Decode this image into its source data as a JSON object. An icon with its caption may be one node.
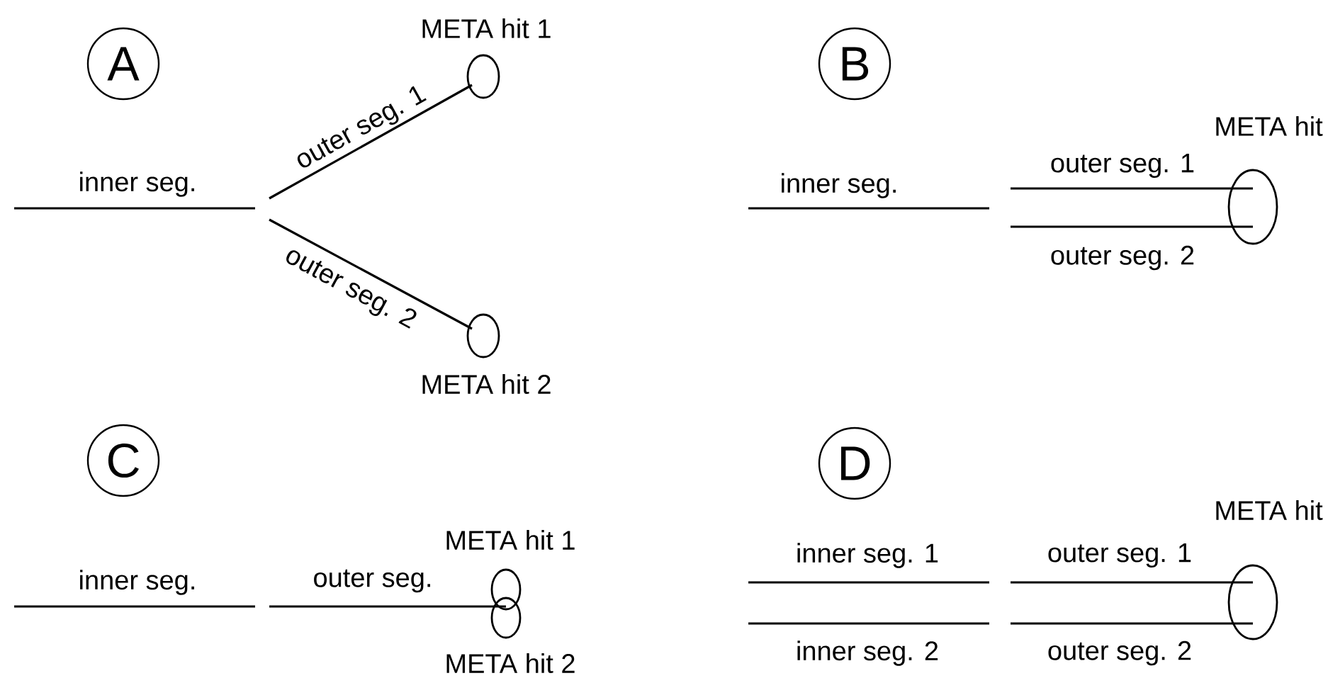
{
  "diagram": {
    "nodes": [
      {
        "text": [
          "A"
        ]
      },
      {
        "text": [
          "META hit 1"
        ]
      },
      {
        "text": [
          "META hit 2"
        ]
      },
      {
        "text": [
          "B"
        ]
      },
      {
        "text": [
          "META hit"
        ]
      },
      {
        "text": [
          "C"
        ]
      },
      {
        "text": [
          "META hit 1"
        ]
      },
      {
        "text": [
          "META hit 2"
        ]
      },
      {
        "text": [
          "D"
        ]
      },
      {
        "text": [
          "META hit"
        ]
      }
    ],
    "labels": [
      "inner seg.",
      "outer seg. 1",
      "outer seg. 2",
      "inner seg.",
      "outer seg. 1",
      "outer seg. 2",
      "inner seg.",
      "outer seg.",
      "inner seg. 1",
      "inner seg. 2",
      "outer seg. 1",
      "outer seg. 2"
    ]
  }
}
